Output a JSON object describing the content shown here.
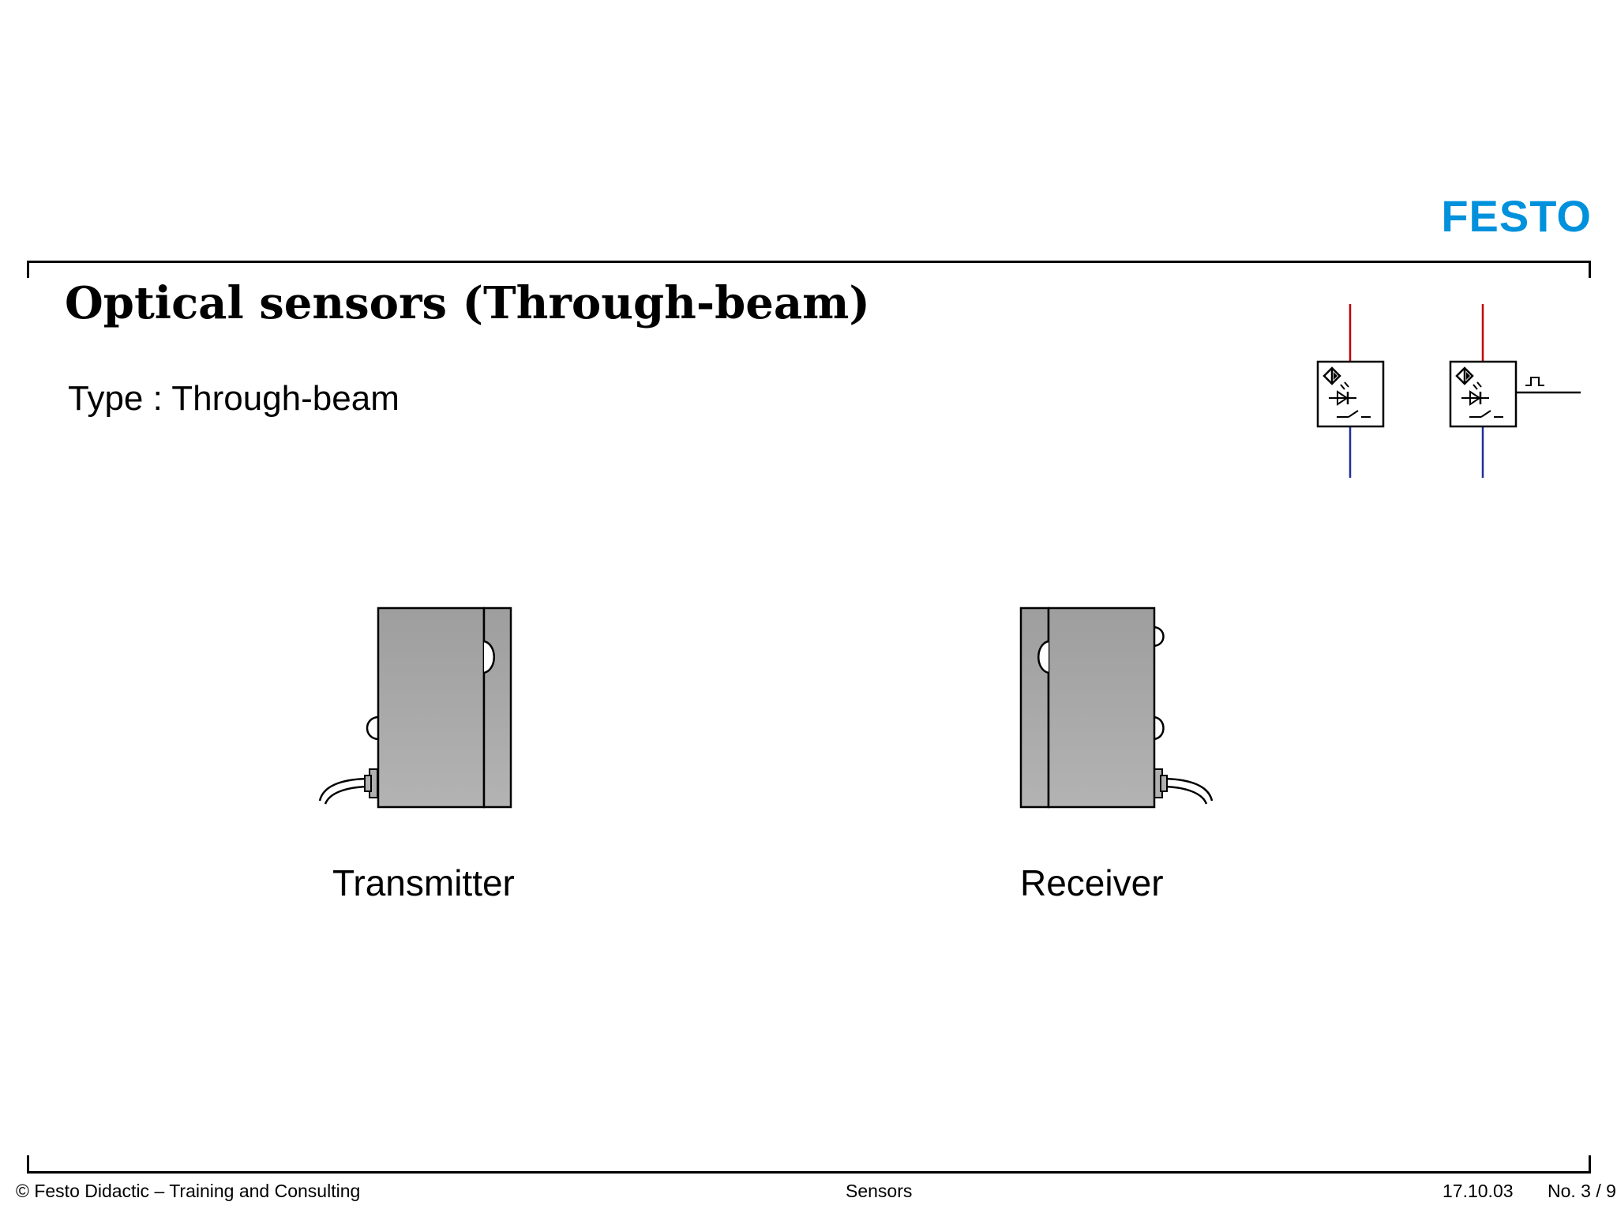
{
  "brand": {
    "logo_text": "FESTO",
    "color": "#0091dc"
  },
  "slide": {
    "title": "Optical sensors (Through-beam)",
    "subtitle": "Type : Through-beam"
  },
  "devices": {
    "transmitter_label": "Transmitter",
    "receiver_label": "Receiver",
    "body_color": "#a6a6a6"
  },
  "symbols": {
    "wire_positive_color": "#c00000",
    "wire_negative_color": "#1f2f9a"
  },
  "footer": {
    "copyright": "© Festo Didactic – Training and Consulting",
    "topic": "Sensors",
    "date": "17.10.03",
    "page": "No. 3 / 9"
  }
}
